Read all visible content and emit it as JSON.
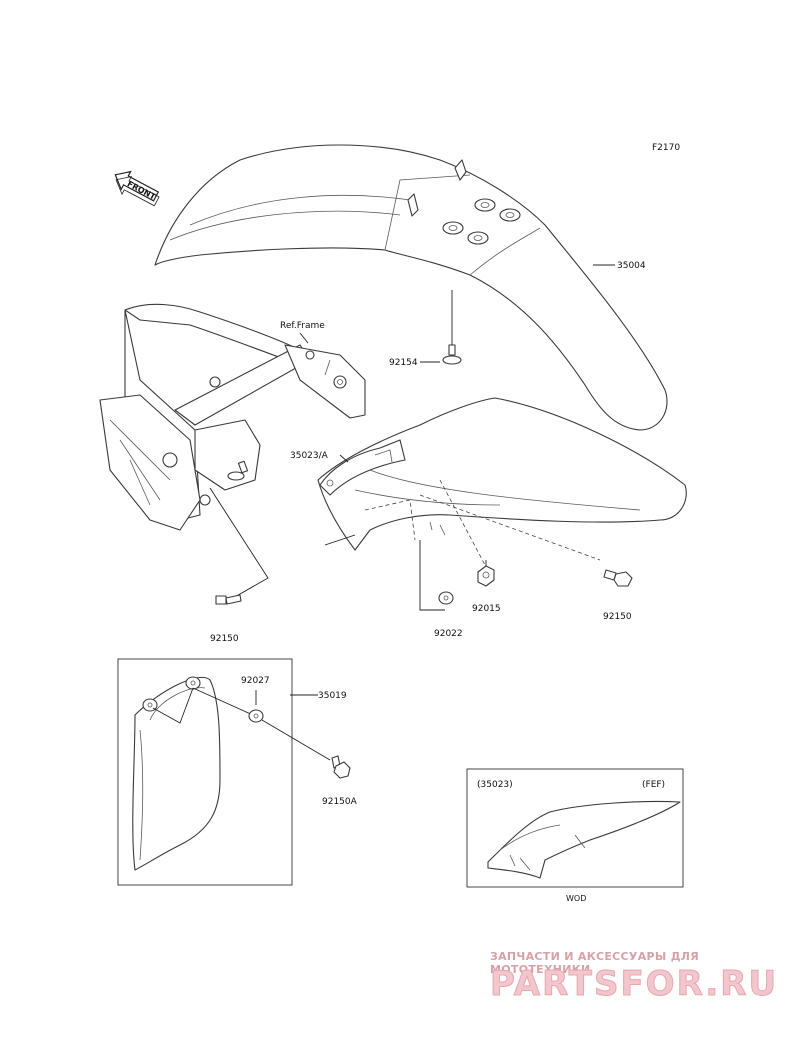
{
  "diagram": {
    "figure_code": "F2170",
    "front_arrow_label": "FRONT",
    "ref_label": "Ref.Frame",
    "parts": {
      "p35004": "35004",
      "p92154": "92154",
      "p35023a": "35023/A",
      "p92150_left": "92150",
      "p92015": "92015",
      "p92022": "92022",
      "p92150_right": "92150",
      "p92027": "92027",
      "p35019": "35019",
      "p92150a": "92150A"
    },
    "inset": {
      "part_ref": "(35023)",
      "variant": "(FEF)",
      "caption": "WOD"
    }
  },
  "watermark": {
    "tagline": "ЗАПЧАСТИ И АКСЕССУАРЫ ДЛЯ МОТОТЕХНИКИ",
    "brand": "PARTSFOR.RU"
  },
  "colors": {
    "line": "#3a3a3a",
    "watermark_text": "#d9a0a6",
    "watermark_logo": "#f2c6cc"
  }
}
